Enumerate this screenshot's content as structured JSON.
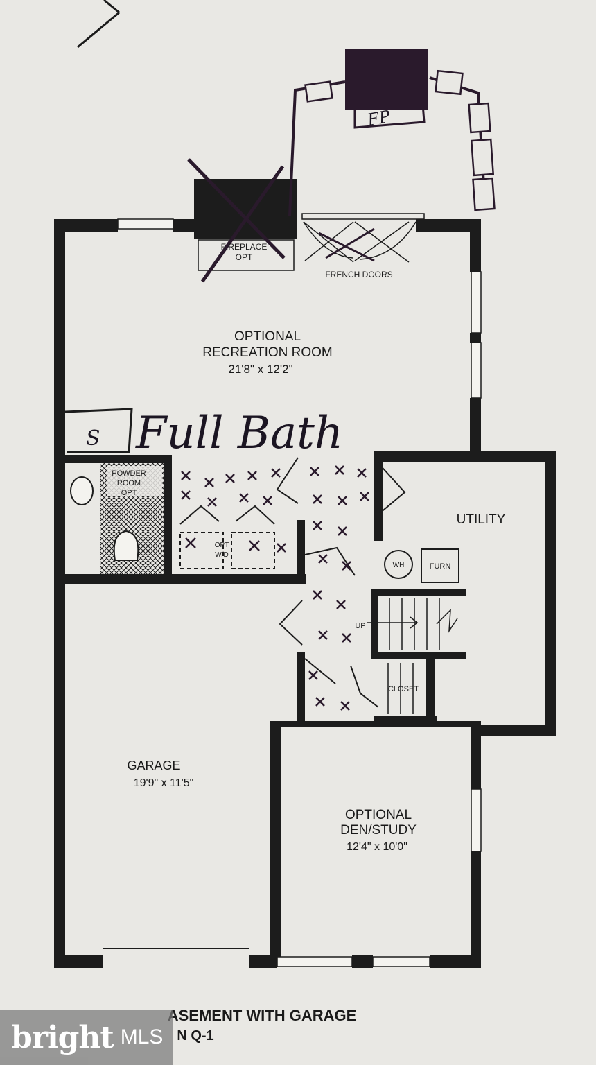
{
  "plan": {
    "rooms": {
      "recreation": {
        "line1": "OPTIONAL",
        "line2": "RECREATION ROOM",
        "dims": "21'8\" x 12'2\""
      },
      "utility": {
        "name": "UTILITY",
        "wh": "WH",
        "furn": "FURN"
      },
      "garage": {
        "name": "GARAGE",
        "dims": "19'9\" x 11'5\""
      },
      "den": {
        "line1": "OPTIONAL",
        "line2": "DEN/STUDY",
        "dims": "12'4\" x 10'0\""
      },
      "powder": {
        "line1": "POWDER",
        "line2": "ROOM",
        "line3": "OPT"
      },
      "laundry": {
        "line1": "OPT",
        "line2": "W/D"
      },
      "closet": "CLOSET",
      "stairs": "UP"
    },
    "fireplace": {
      "line1": "FIREPLACE",
      "line2": "OPT"
    },
    "french_doors": "FRENCH DOORS",
    "caption": {
      "line1": "ASEMENT WITH GARAGE",
      "line2": "N Q-1"
    }
  },
  "annotations": {
    "full_bath": "Full Bath",
    "fp": "FP",
    "shower": "S"
  },
  "watermark": {
    "brand": "bright",
    "mls": "MLS",
    "accent": "#e8452c"
  },
  "colors": {
    "wall": "#1c1c1c",
    "paper": "#e9e8e4",
    "marker": "#2a1a2c"
  }
}
